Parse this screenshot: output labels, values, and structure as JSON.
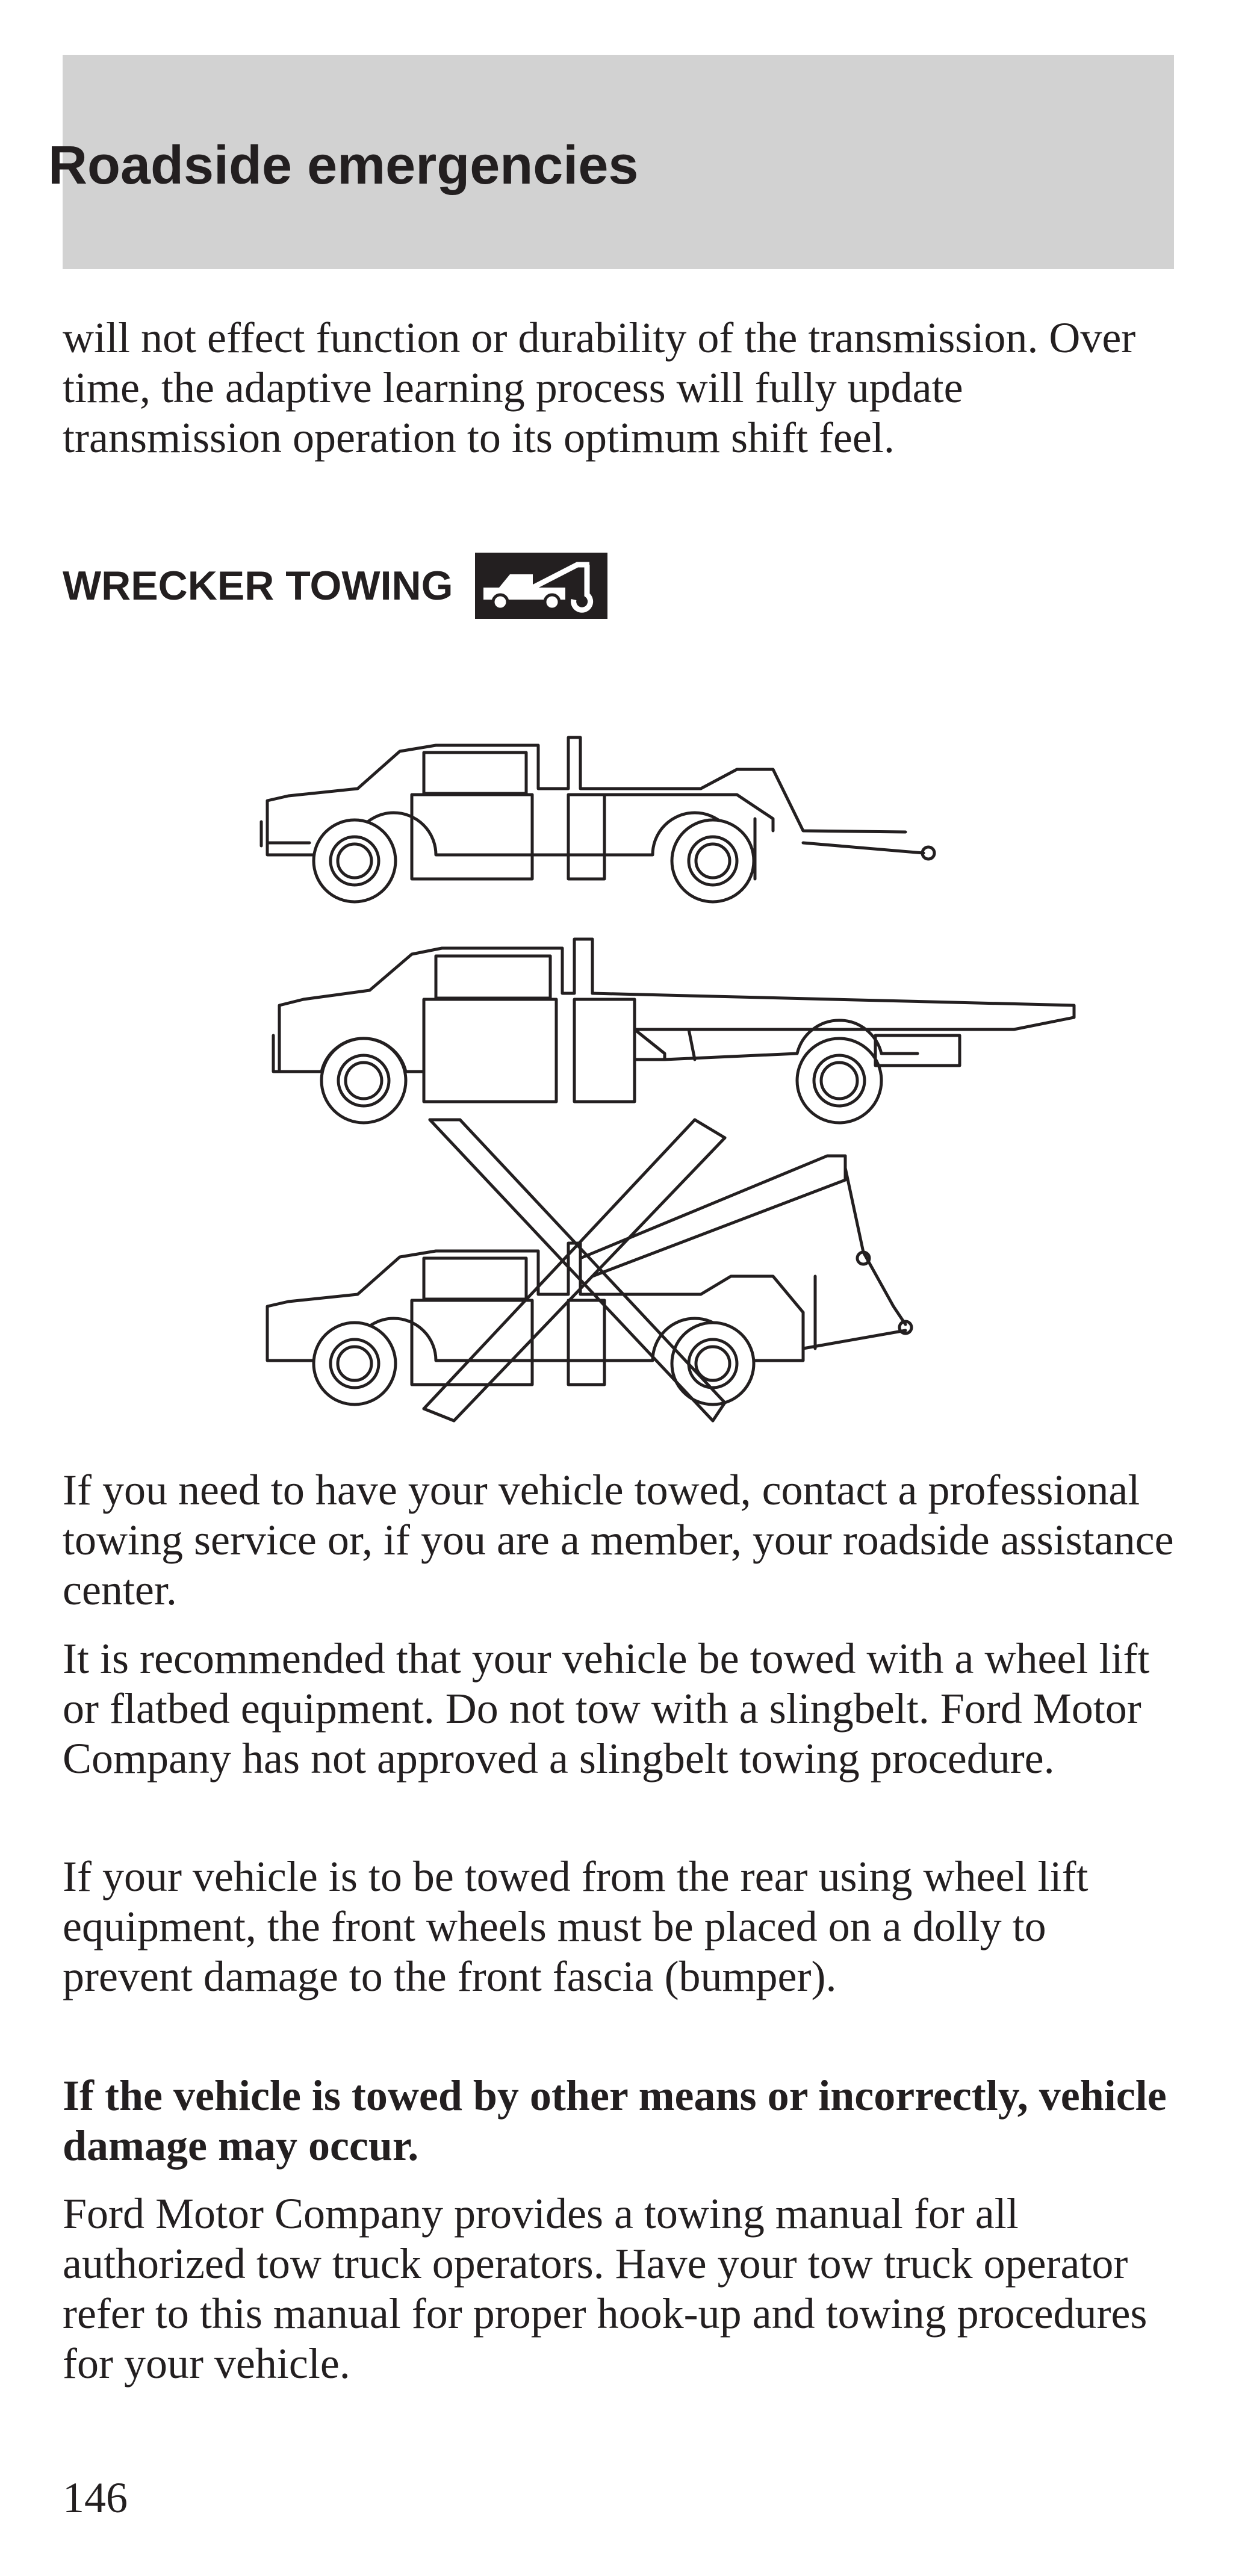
{
  "header": {
    "title": "Roadside emergencies"
  },
  "content": {
    "intro": "will not effect function or durability of the transmission. Over time, the adaptive learning process will fully update transmission operation to its optimum shift feel.",
    "subheading": "WRECKER TOWING",
    "subheading_icon": "tow-truck-icon",
    "illustration_icons": [
      "wheel-lift-truck-icon",
      "flatbed-truck-icon",
      "slingbelt-truck-crossed-out-icon"
    ],
    "paragraphs": [
      "If you need to have your vehicle towed, contact a professional towing service or, if you are a member, your roadside assistance center.",
      "It is recommended that your vehicle be towed with a wheel lift or flatbed equipment. Do not tow with a slingbelt. Ford Motor Company has not approved a slingbelt towing procedure.",
      "If your vehicle is to be towed from the rear using wheel lift equipment, the front wheels must be placed on a dolly to prevent damage to the front fascia (bumper)."
    ],
    "warning": "If the vehicle is towed by other means or incorrectly, vehicle damage may occur.",
    "final_paragraph": "Ford Motor Company provides a towing manual for all authorized tow truck operators. Have your tow truck operator refer to this manual for proper hook-up and towing procedures for your vehicle."
  },
  "footer": {
    "page_number": "146"
  },
  "colors": {
    "header_band": "#d2d2d2",
    "text": "#231f20"
  }
}
